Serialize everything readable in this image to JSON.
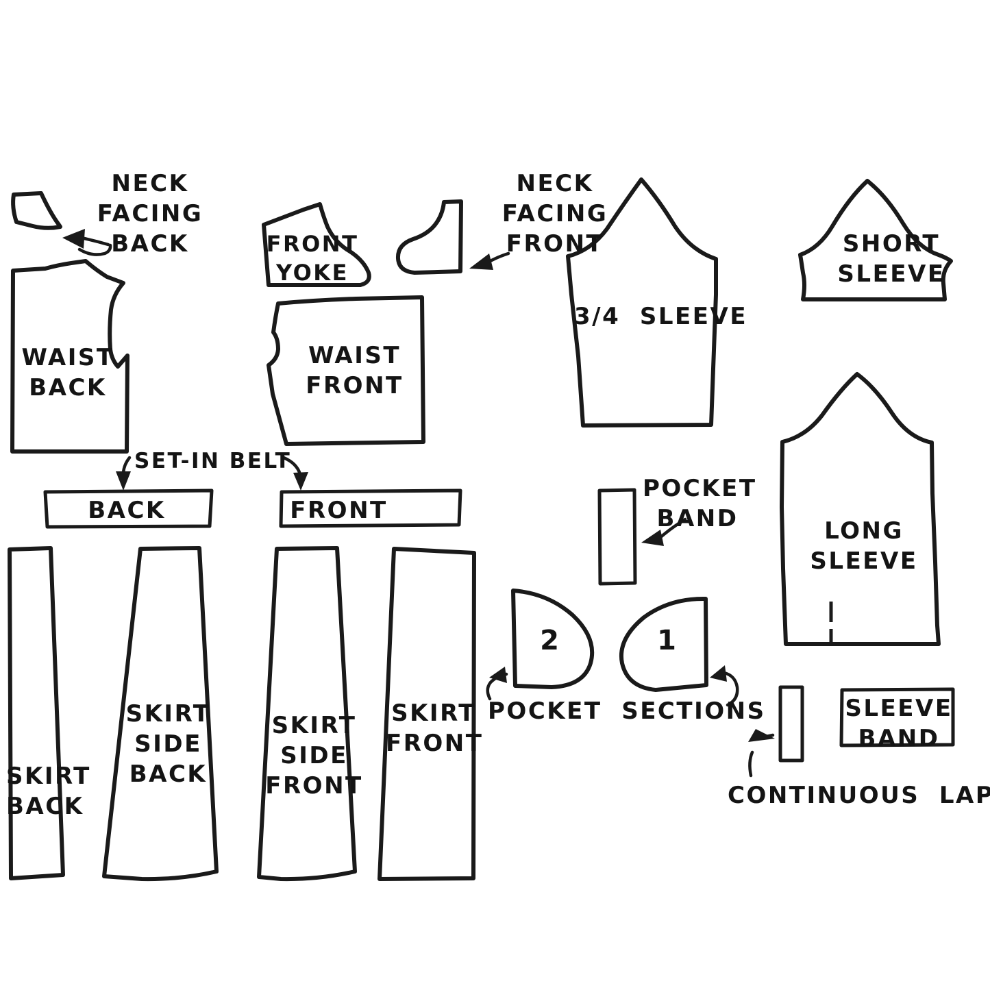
{
  "document": {
    "kind": "sewing-pattern-piece-layout",
    "background_color": "#ffffff",
    "ink_color": "#1a1a1a"
  },
  "labels": {
    "neck_facing_back": "NECK\nFACING\nBACK",
    "waist_back": "WAIST\nBACK",
    "front_yoke": "FRONT\nYOKE",
    "neck_facing_front": "NECK\nFACING\nFRONT",
    "waist_front": "WAIST\nFRONT",
    "sleeve_three_quarter": "3/4  SLEEVE",
    "short_sleeve": "SHORT\nSLEEVE",
    "long_sleeve": "LONG\nSLEEVE",
    "set_in_belt": "SET-IN BELT",
    "belt_back": "BACK",
    "belt_front": "FRONT",
    "pocket_band": "POCKET\nBAND",
    "pocket_sections": "POCKET  SECTIONS",
    "pocket_number_2": "2",
    "pocket_number_1": "1",
    "skirt_back": "SKIRT\nBACK",
    "skirt_side_back": "SKIRT\nSIDE\nBACK",
    "skirt_side_front": "SKIRT\nSIDE\nFRONT",
    "skirt_front": "SKIRT\nFRONT",
    "sleeve_band": "SLEEVE\nBAND",
    "continuous_lap": "CONTINUOUS  LAP"
  },
  "pieces": [
    {
      "id": "neck-facing-back",
      "label": "NECK FACING BACK",
      "row": 1
    },
    {
      "id": "waist-back",
      "label": "WAIST BACK",
      "row": 1
    },
    {
      "id": "front-yoke",
      "label": "FRONT YOKE",
      "row": 1
    },
    {
      "id": "neck-facing-front",
      "label": "NECK FACING FRONT",
      "row": 1
    },
    {
      "id": "waist-front",
      "label": "WAIST FRONT",
      "row": 1
    },
    {
      "id": "three-quarter-sleeve",
      "label": "3/4 SLEEVE",
      "row": 1
    },
    {
      "id": "short-sleeve",
      "label": "SHORT SLEEVE",
      "row": 1
    },
    {
      "id": "long-sleeve",
      "label": "LONG SLEEVE",
      "row": 2
    },
    {
      "id": "belt-back",
      "label": "SET-IN BELT BACK",
      "row": 2
    },
    {
      "id": "belt-front",
      "label": "SET-IN BELT FRONT",
      "row": 2
    },
    {
      "id": "pocket-band",
      "label": "POCKET BAND",
      "row": 2
    },
    {
      "id": "pocket-section-2",
      "label": "POCKET SECTION 2",
      "row": 3
    },
    {
      "id": "pocket-section-1",
      "label": "POCKET SECTION 1",
      "row": 3
    },
    {
      "id": "skirt-back",
      "label": "SKIRT BACK",
      "row": 3
    },
    {
      "id": "skirt-side-back",
      "label": "SKIRT SIDE BACK",
      "row": 3
    },
    {
      "id": "skirt-side-front",
      "label": "SKIRT SIDE FRONT",
      "row": 3
    },
    {
      "id": "skirt-front",
      "label": "SKIRT FRONT",
      "row": 3
    },
    {
      "id": "continuous-lap",
      "label": "CONTINUOUS LAP",
      "row": 3
    },
    {
      "id": "sleeve-band",
      "label": "SLEEVE BAND",
      "row": 3
    }
  ],
  "annotations": [
    {
      "id": "neck-facing-back-leader",
      "text": "NECK FACING BACK",
      "points_to": "neck-facing-back"
    },
    {
      "id": "neck-facing-front-leader",
      "text": "NECK FACING FRONT",
      "points_to": "neck-facing-front"
    },
    {
      "id": "set-in-belt-leader-back",
      "text": "SET-IN BELT",
      "points_to": "belt-back"
    },
    {
      "id": "set-in-belt-leader-front",
      "text": "SET-IN BELT",
      "points_to": "belt-front"
    },
    {
      "id": "pocket-band-leader",
      "text": "POCKET BAND",
      "points_to": "pocket-band"
    },
    {
      "id": "pocket-sections-leader-left",
      "text": "POCKET SECTIONS",
      "points_to": "pocket-section-2"
    },
    {
      "id": "pocket-sections-leader-right",
      "text": "POCKET SECTIONS",
      "points_to": "pocket-section-1"
    },
    {
      "id": "continuous-lap-leader",
      "text": "CONTINUOUS LAP",
      "points_to": "continuous-lap"
    }
  ]
}
